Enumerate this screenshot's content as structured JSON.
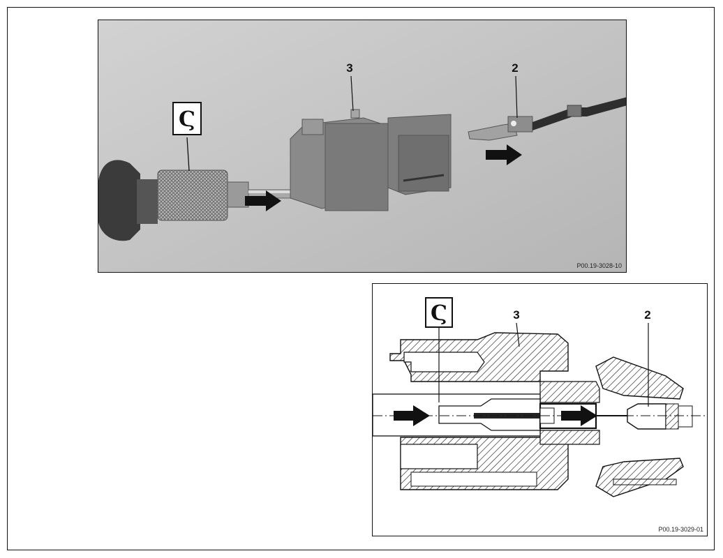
{
  "photo": {
    "callout_3": "3",
    "callout_2": "2",
    "reference": "P00.19-3028-10"
  },
  "drawing": {
    "callout_3": "3",
    "callout_2": "2",
    "reference": "P00.19-3029-01"
  },
  "icons": {
    "tool_symbol": "special-tool-icon"
  },
  "colors": {
    "photo_background": "#c4c4c4",
    "connector_housing": "#7f7f7f",
    "tool_handle": "#3a3a3a",
    "arrow": "#111111"
  }
}
